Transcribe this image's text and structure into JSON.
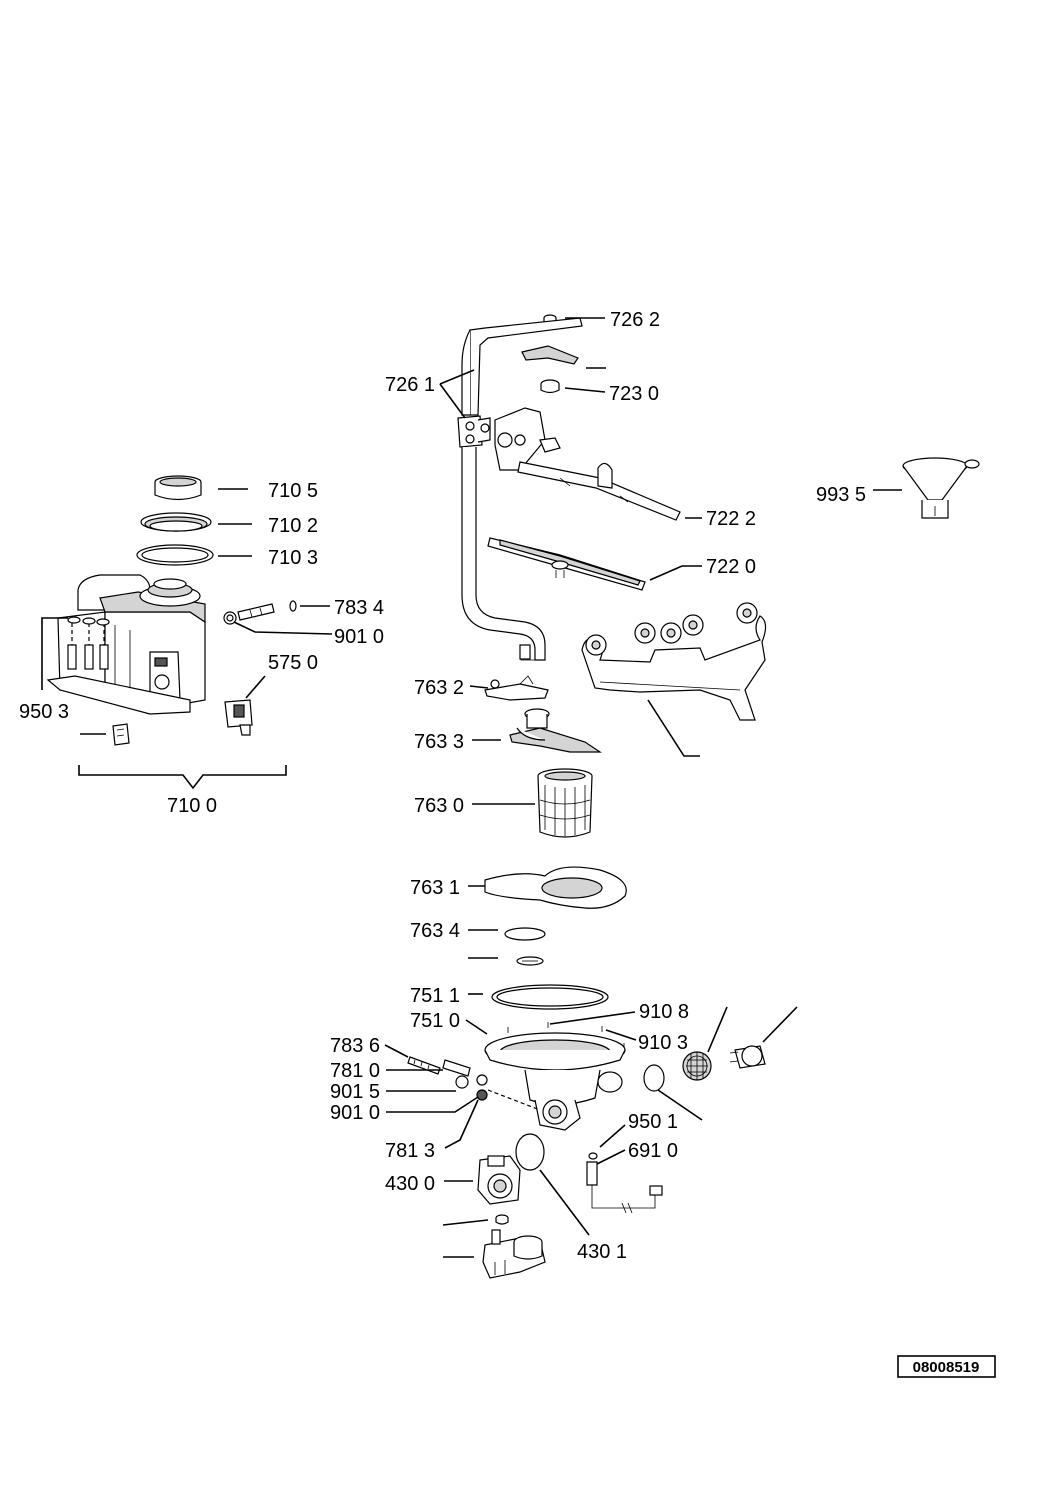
{
  "callouts": {
    "c7262": "726 2",
    "c7261": "726 1",
    "c7230": "723 0",
    "c7105": "710 5",
    "c7102": "710 2",
    "c7103": "710 3",
    "c9935": "993 5",
    "c7222": "722 2",
    "c7220": "722 0",
    "c7834": "783 4",
    "c9010a": "901 0",
    "c5750": "575 0",
    "c9503": "950 3",
    "c7100": "710 0",
    "c7632": "763 2",
    "c7633": "763 3",
    "c7630": "763 0",
    "c7631": "763 1",
    "c7634": "763 4",
    "c7511": "751 1",
    "c9108": "910 8",
    "c7510": "751 0",
    "c9103": "910 3",
    "c7836": "783 6",
    "c7810": "781 0",
    "c9015": "901 5",
    "c9010b": "901 0",
    "c7813": "781 3",
    "c9501": "950 1",
    "c6910": "691 0",
    "c4300": "430 0",
    "c4301": "430 1"
  },
  "document_id": "08008519"
}
